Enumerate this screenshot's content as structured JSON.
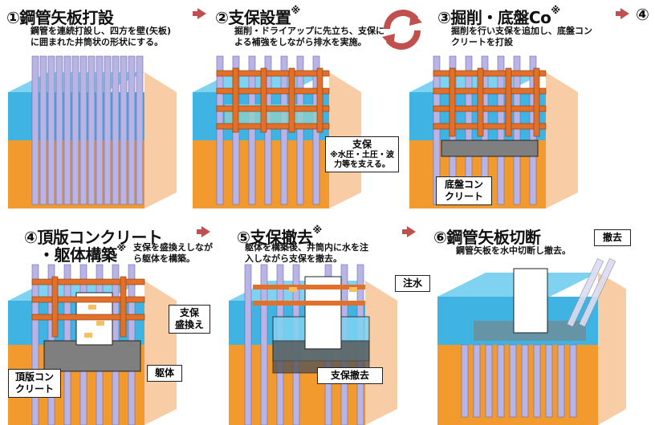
{
  "colors": {
    "water": "#3fb4e3",
    "soil": "#f39a2e",
    "pile": "#b9b4e6",
    "strut": "#e0702a",
    "slab": "#7f7f7f",
    "arrow": "#c0504d"
  },
  "steps": [
    {
      "title": "①鋼管矢板打設",
      "mark": "",
      "desc": [
        "鋼管を連続打設し、四方を壁(矢板)",
        "に囲まれた井筒状の形状にする。"
      ]
    },
    {
      "title": "②支保設置",
      "mark": "※",
      "desc": [
        "掘削・ドライアップに先立ち、支保に",
        "よる補強をしながら排水を実施。"
      ]
    },
    {
      "title": "③掘削・底盤Co",
      "mark": "※",
      "desc": [
        "掘削を行い支保を追加し、底盤コン",
        "クリートを打設"
      ]
    },
    {
      "title": "④頂版コンクリート",
      "title2": "・躯体構築",
      "mark": "※",
      "desc": [
        "支保を盛換えしなが",
        "ら躯体を構築。"
      ]
    },
    {
      "title": "⑤支保撤去",
      "mark": "※",
      "desc": [
        "躯体を構築後、井筒内に水を注",
        "入しながら支保を撤去。"
      ]
    },
    {
      "title": "⑥鋼管矢板切断",
      "mark": "",
      "desc": [
        "鋼管矢板を水中切断し撤去。"
      ]
    }
  ],
  "next_step": "④",
  "callouts": {
    "shiho": {
      "title": "支保",
      "note": [
        "※水圧・土圧・波",
        "力等を支える。"
      ]
    },
    "teiban": [
      "底盤コン",
      "クリート"
    ],
    "shiho_morikae": [
      "支保",
      "盛換え"
    ],
    "kutai": "躯体",
    "chouban": [
      "頂版コン",
      "クリート"
    ],
    "chusui": "注水",
    "shiho_tekkyo": "支保撤去",
    "tekkyo": "撤去"
  }
}
